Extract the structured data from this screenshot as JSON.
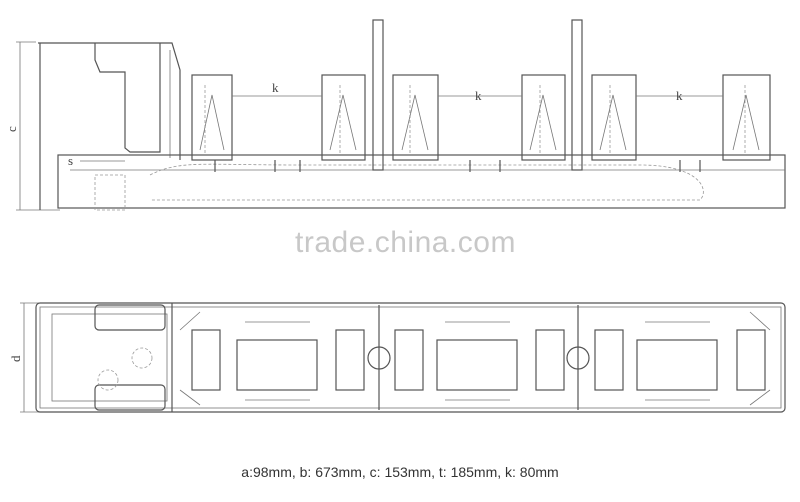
{
  "drawing": {
    "side_view": {
      "dimension_labels": {
        "height": "c",
        "gap": "s",
        "spacing": [
          "k",
          "k",
          "k"
        ]
      }
    },
    "top_view": {
      "dimension_labels": {
        "depth": "d"
      }
    }
  },
  "watermark": "trade.china.com",
  "caption": "a:98mm, b: 673mm, c: 153mm, t: 185mm, k: 80mm"
}
